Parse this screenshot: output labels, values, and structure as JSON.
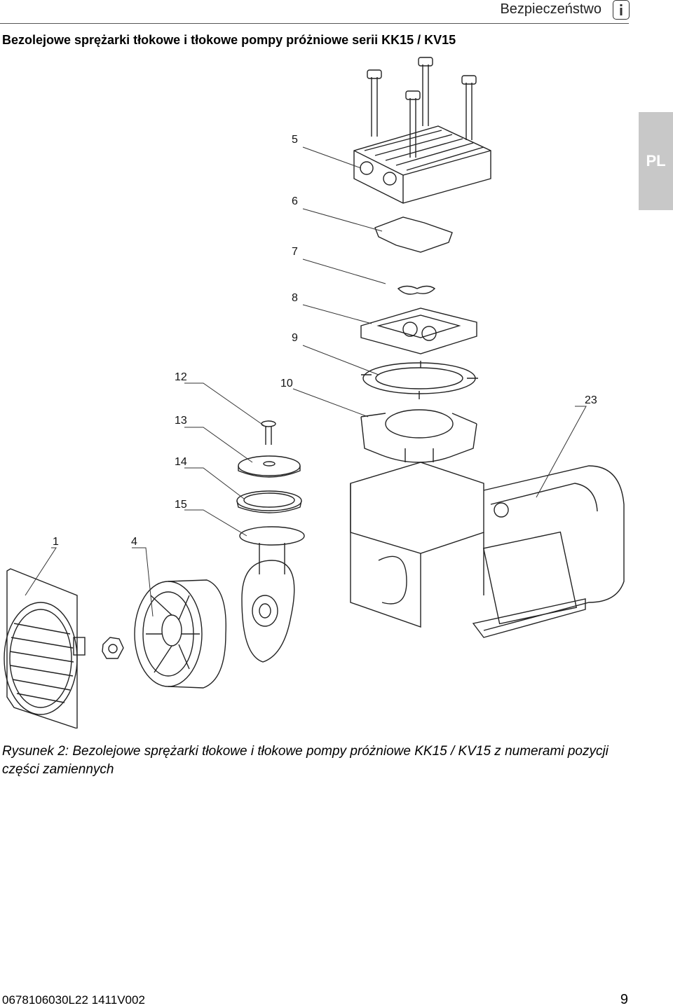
{
  "header": {
    "section": "Bezpieczeństwo",
    "icon": "info-icon"
  },
  "title": "Bezolejowe sprężarki tłokowe i tłokowe pompy próżniowe serii KK15 / KV15",
  "language_tab": "PL",
  "figure": {
    "callouts": [
      "5",
      "6",
      "7",
      "8",
      "9",
      "10",
      "12",
      "13",
      "14",
      "15",
      "23",
      "1",
      "4"
    ],
    "caption": "Rysunek 2: Bezolejowe sprężarki tłokowe i tłokowe pompy próżniowe KK15 / KV15 z numerami pozycji części zamiennych"
  },
  "footer": {
    "doc_code": "0678106030L22  1411V002",
    "page_number": "9"
  }
}
